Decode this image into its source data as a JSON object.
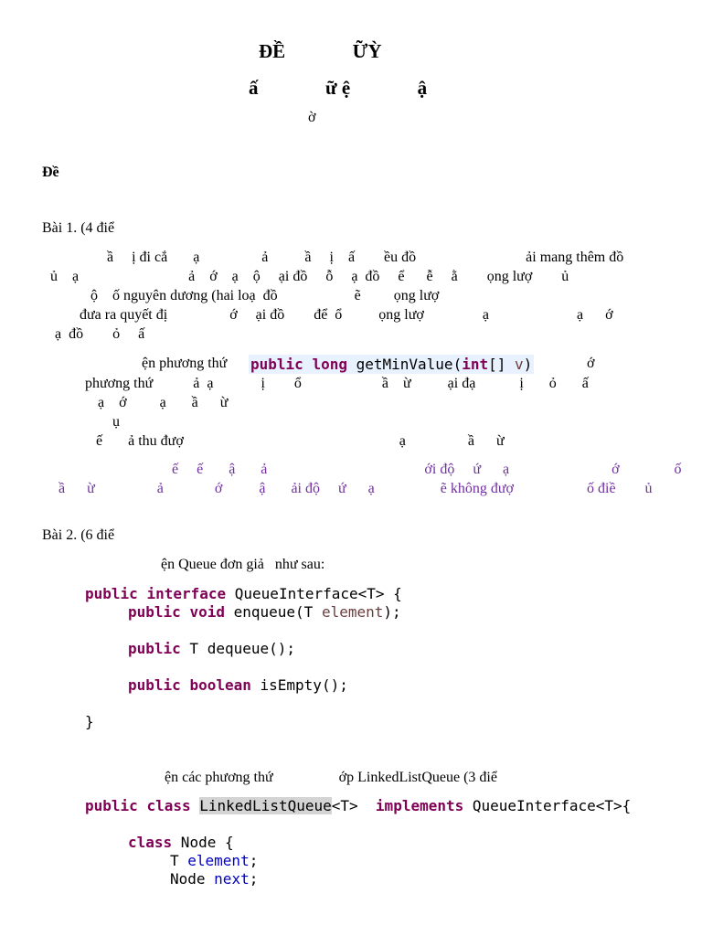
{
  "header": {
    "title_line1": "ĐỀ              ỮỲ",
    "title_line2": "ấ              ữ ệ              ậ",
    "title_line3": "ờ"
  },
  "section_de": "Đề",
  "bai1": {
    "heading": "Bài 1. (4 điể",
    "para": [
      "ầ     ị đi cắ       ạ                 ả          ầ     ị    ấ        ều đồ                              ải mang thêm đồ",
      "ủ    ạ                              ả    ớ    ạ    ộ     ại đồ     ỗ     ạ  đồ     ể      ễ     ằ        ọng lượ        ủ",
      "ộ    ố nguyên dương (hai loạ  đồ                     ẽ         ọng lượ",
      "đưa ra quyết đị                 ớ     ại đồ        để  ổ          ọng lượ                ạ                        ạ      ớ",
      "ạ  đồ        ỏ     ấ"
    ],
    "method_pre": "ện phương thứ",
    "method_kw1": "public",
    "method_kw2": "long",
    "method_name": " getMinValue(",
    "method_kw3": "int",
    "method_arr": "[] ",
    "method_param": "v",
    "method_close": ")",
    "method_post": "ớ",
    "desc": [
      "phương thứ           ả  ạ             ị        ổ                      ầ    ừ          ại đạ            ị       ỏ       ấ",
      "ạ    ớ         ạ       ầ      ừ",
      "ụ",
      "ế       ả thu đượ                                                           ạ                 ầ      ừ"
    ],
    "purple": [
      "ế     ế       ậ       ả                                           ới độ     ứ      ạ                            ớ               ố",
      "ầ      ừ                 ả              ớ          ậ       ải độ     ứ      ạ                  ẽ không đượ                    ố điề        ủ"
    ]
  },
  "bai2": {
    "heading": "Bài 2. (6 điể",
    "intro": "ện Queue đơn giả   như sau:",
    "code_interface": {
      "l1_kw1": "public",
      "l1_kw2": "interface",
      "l1_rest": " QueueInterface<T> {",
      "l2_kw1": "public",
      "l2_kw2": "void",
      "l2_mid": " enqueue(T ",
      "l2_param": "element",
      "l2_end": ");",
      "l3_kw1": "public",
      "l3_rest": " T dequeue();",
      "l4_kw1": "public",
      "l4_kw2": "boolean",
      "l4_rest": " isEmpty();",
      "l5": "}"
    },
    "task": "ện các phương thứ                  ớp LinkedListQueue (3 điể",
    "code_class": {
      "l1_kw1": "public",
      "l1_kw2": "class",
      "l1_name": "LinkedListQueue",
      "l1_mid": "<T>  ",
      "l1_kw3": "implements",
      "l1_rest": " QueueInterface<T>{",
      "l2_kw": "class",
      "l2_rest": " Node {",
      "l3_type": "T ",
      "l3_field": "element",
      "l3_end": ";",
      "l4_type": "Node ",
      "l4_field": "next",
      "l4_end": ";"
    }
  }
}
